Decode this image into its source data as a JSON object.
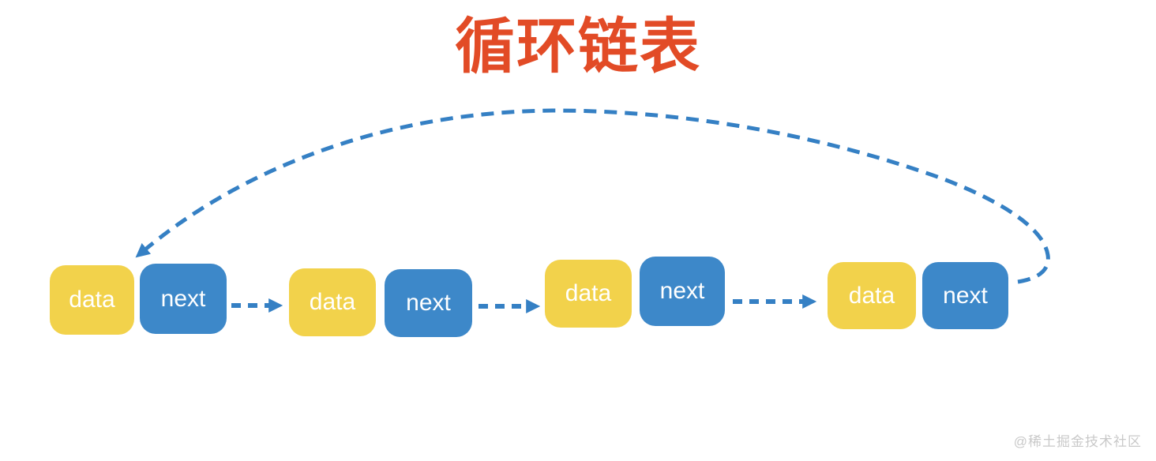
{
  "title": {
    "text": "循环链表"
  },
  "diagram": {
    "type": "circular-linked-list",
    "node_count": 4
  },
  "nodes": [
    {
      "data_label": "data",
      "next_label": "next"
    },
    {
      "data_label": "data",
      "next_label": "next"
    },
    {
      "data_label": "data",
      "next_label": "next"
    },
    {
      "data_label": "data",
      "next_label": "next"
    }
  ],
  "watermark": {
    "text": "@稀土掘金技术社区"
  },
  "colors": {
    "title": "#E24B26",
    "data_box": "#F2D24B",
    "next_box": "#3D88C9",
    "arrow": "#3580C4",
    "box_text": "#FFFFFF",
    "watermark": "#C9C9C9",
    "background": "#FFFFFF"
  }
}
